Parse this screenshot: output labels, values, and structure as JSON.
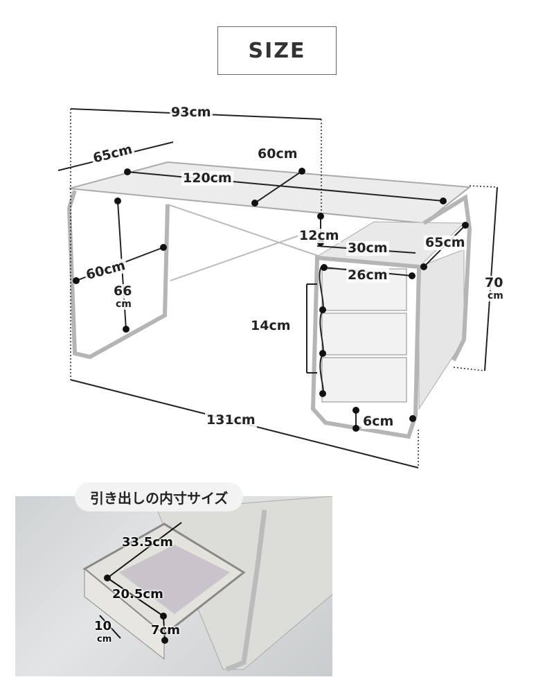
{
  "title": "SIZE",
  "desk_dimensions": {
    "overall_width_top": "93cm",
    "side_depth": "65cm",
    "top_depth": "60cm",
    "top_width": "120cm",
    "gap_height": "12cm",
    "cabinet_top_depth": "30cm",
    "cabinet_depth": "65cm",
    "drawer_width": "26cm",
    "leg_depth": "60cm",
    "knee_height_value": "66",
    "knee_height_unit": "cm",
    "drawer_height": "14cm",
    "total_height_value": "70",
    "total_height_unit": "cm",
    "cabinet_clearance": "6cm",
    "overall_width": "131cm"
  },
  "drawer_inner": {
    "heading": "引き出しの内寸サイズ",
    "depth": "33.5cm",
    "width": "20.5cm",
    "height_value": "10",
    "height_unit": "cm",
    "front_height": "7cm"
  },
  "colors": {
    "line": "#222222",
    "frame": "#b5b5b5",
    "panel": "#eeeeee"
  }
}
